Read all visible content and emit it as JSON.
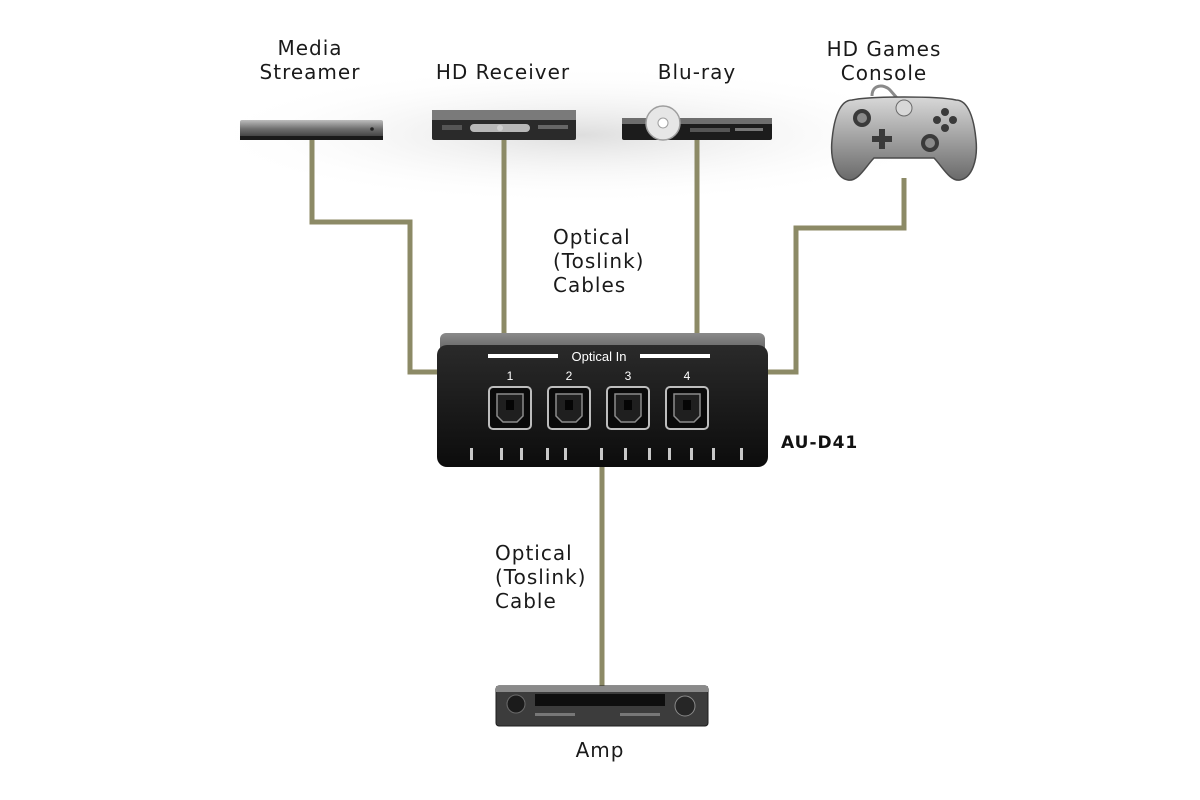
{
  "sources": {
    "media_streamer": {
      "line1": "Media",
      "line2": "Streamer"
    },
    "hd_receiver": {
      "line1": "HD Receiver"
    },
    "bluray": {
      "line1": "Blu-ray"
    },
    "games_console": {
      "line1": "HD Games",
      "line2": "Console"
    }
  },
  "cables_in": {
    "line1": "Optical",
    "line2": "(Toslink)",
    "line3": "Cables"
  },
  "cable_out": {
    "line1": "Optical",
    "line2": "(Toslink)",
    "line3": "Cable"
  },
  "switch": {
    "model": "AU-D41",
    "panel_label": "Optical In",
    "ports": [
      "1",
      "2",
      "3",
      "4"
    ]
  },
  "amp": {
    "label": "Amp"
  },
  "colors": {
    "cable": "#8c8a66",
    "device_dark": "#1b1b1b",
    "device_mid": "#5a5a5a",
    "device_light": "#9a9a9a"
  }
}
